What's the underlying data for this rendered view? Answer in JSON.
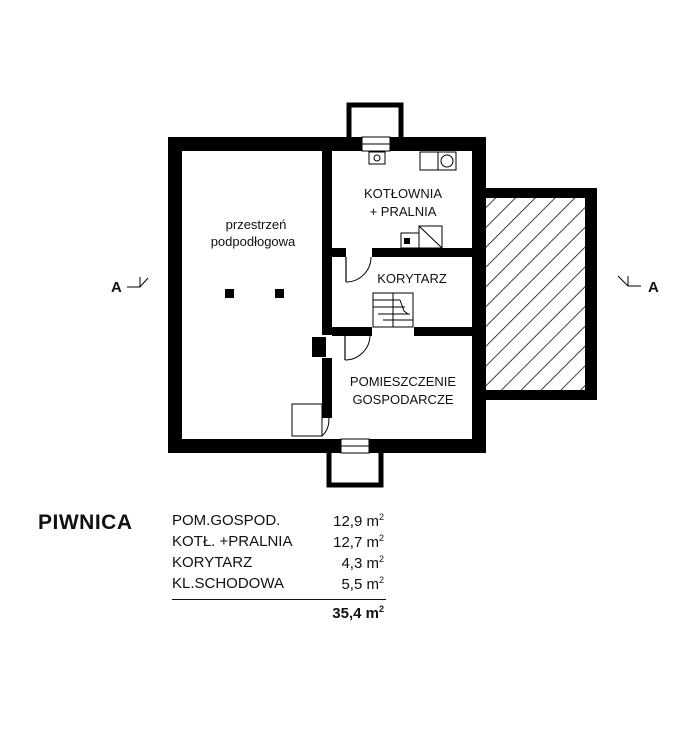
{
  "floor_name": "PIWNICA",
  "rooms": {
    "crawl_space": [
      "przestrzeń",
      "podpodłogowa"
    ],
    "boiler_room": [
      "KOTŁOWNIA",
      "+ PRALNIA"
    ],
    "corridor": "KORYTARZ",
    "utility_room": [
      "POMIESZCZENIE",
      "GOSPODARCZE"
    ]
  },
  "section_mark": "A",
  "areas": [
    {
      "name": "POM.GOSPOD.",
      "value": "12,9 m",
      "unit_exp": "2"
    },
    {
      "name": "KOTŁ. +PRALNIA",
      "value": "12,7 m",
      "unit_exp": "2"
    },
    {
      "name": "KORYTARZ",
      "value": "4,3 m",
      "unit_exp": "2"
    },
    {
      "name": "KL.SCHODOWA",
      "value": "5,5 m",
      "unit_exp": "2"
    }
  ],
  "total": {
    "value": "35,4 m",
    "unit_exp": "2"
  },
  "colors": {
    "wall": "#000000",
    "background": "#ffffff",
    "hatch": "#111111"
  }
}
